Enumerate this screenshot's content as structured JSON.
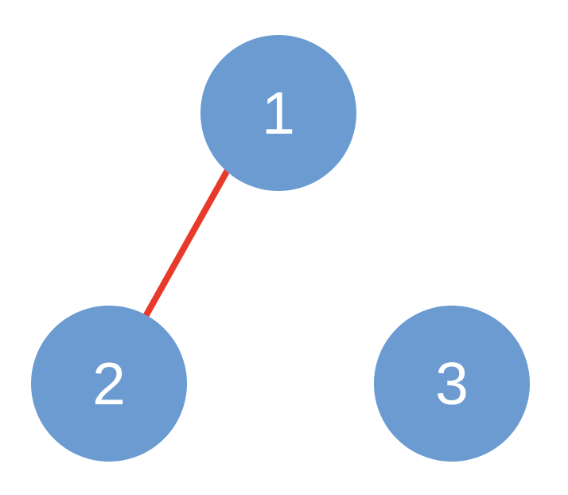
{
  "diagram": {
    "type": "graph",
    "nodes": [
      {
        "id": "1",
        "label": "1"
      },
      {
        "id": "2",
        "label": "2"
      },
      {
        "id": "3",
        "label": "3"
      }
    ],
    "edges": [
      {
        "from": "1",
        "to": "2"
      }
    ],
    "colors": {
      "node_fill": "#6b9bd1",
      "node_label": "#ffffff",
      "edge_stroke": "#e8392b",
      "background": "#ffffff"
    }
  }
}
